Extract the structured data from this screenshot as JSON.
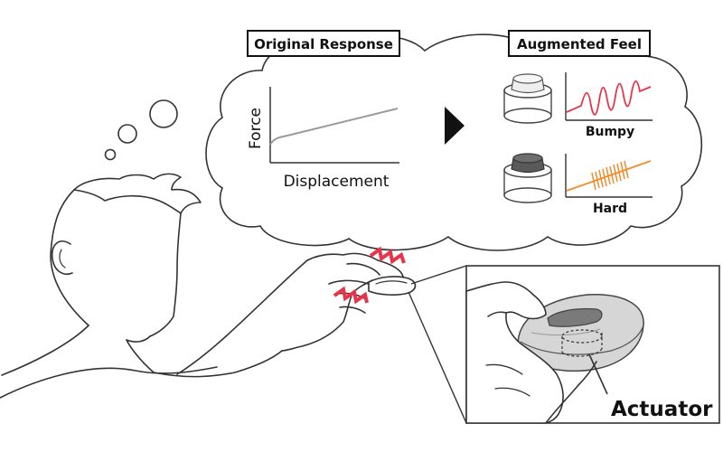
{
  "original_response": {
    "title": "Original Response",
    "ylabel": "Force",
    "xlabel": "Displacement"
  },
  "augmented_feel": {
    "title": "Augmented Feel",
    "items": [
      {
        "label": "Bumpy",
        "color": "#e8344a"
      },
      {
        "label": "Hard",
        "color": "#f08a2a"
      }
    ]
  },
  "inset": {
    "label": "Actuator"
  },
  "colors": {
    "stroke": "#333333",
    "vibration": "#e8344a",
    "original_curve": "#9a9a9a"
  }
}
